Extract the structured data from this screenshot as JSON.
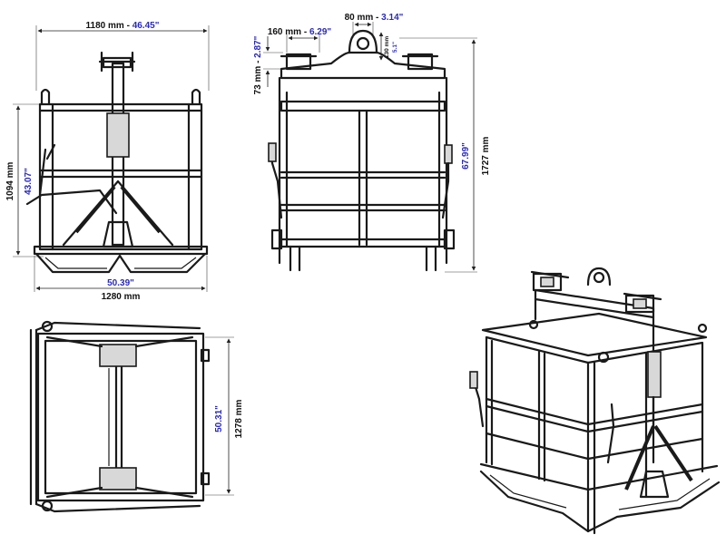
{
  "dimensions": {
    "front_width": {
      "mm": "1180 mm",
      "sep": " - ",
      "in": "46.45\""
    },
    "front_height": {
      "mm": "1094 mm",
      "in": "43.07\""
    },
    "front_base_width": {
      "in": "50.39\"",
      "mm": "1280 mm"
    },
    "side_hook_width": {
      "mm": "160 mm",
      "sep": " - ",
      "in": "6.29\""
    },
    "side_eye_width": {
      "mm": "80 mm",
      "sep": " - ",
      "in": "3.14\""
    },
    "side_beam_height": {
      "mm": "73 mm",
      "sep": " - ",
      "in": "2.87\""
    },
    "side_eye_height": {
      "mm": "130 mm",
      "in": "5.1\""
    },
    "side_total_height": {
      "in": "67.99\"",
      "mm": "1727 mm"
    },
    "top_depth": {
      "in": "50.31\"",
      "mm": "1278 mm"
    }
  },
  "colors": {
    "line": "#1a1a1a",
    "inch_text": "#2a2ab8",
    "mm_text": "#111111"
  }
}
